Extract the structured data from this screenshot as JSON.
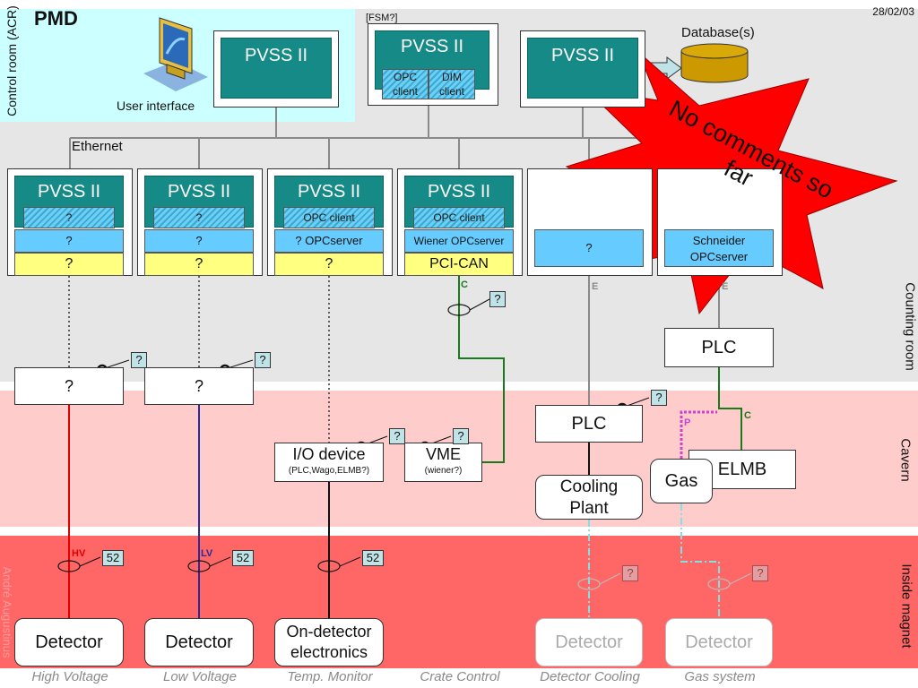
{
  "date": "28/02/03",
  "title": "PMD",
  "fsm_tag": "[FSM?]",
  "side_labels": {
    "control_room": "Control room (ACR)",
    "counting_room": "Counting room",
    "cavern": "Cavern",
    "inside_magnet": "Inside magnet"
  },
  "top": {
    "user_interface": "User interface",
    "pvss1": "PVSS II",
    "pvss2": "PVSS II",
    "opc_client": "OPC client",
    "dim_client": "DIM client",
    "pvss3": "PVSS II",
    "database": "Database(s)",
    "ethernet": "Ethernet"
  },
  "columns": [
    {
      "pvss": "PVSS II",
      "hatch": "?",
      "blue": "?",
      "yellow": "?",
      "crate": "?",
      "cable_label": "HV",
      "cable_color": "#e00000",
      "sensor": "52",
      "detector": "Detector",
      "footer": "High Voltage"
    },
    {
      "pvss": "PVSS II",
      "hatch": "?",
      "blue": "?",
      "yellow": "?",
      "crate": "?",
      "cable_label": "LV",
      "cable_color": "#2a2a9a",
      "sensor": "52",
      "detector": "Detector",
      "footer": "Low Voltage"
    },
    {
      "pvss": "PVSS II",
      "hatch": "OPC client",
      "blue": "? OPCserver",
      "yellow": "?",
      "io_device": "I/O device",
      "io_sub": "(PLC,Wago,ELMB?)",
      "sensor": "52",
      "detector": "On-detector electronics",
      "footer": "Temp. Monitor"
    },
    {
      "pvss": "PVSS II",
      "hatch": "OPC client",
      "blue": "Wiener OPCserver",
      "yellow": "PCI-CAN",
      "link_label": "C",
      "vme": "VME",
      "vme_sub": "(wiener?)",
      "footer": "Crate Control"
    },
    {
      "blue": "?",
      "link_label": "E",
      "plc": "PLC",
      "cooling": "Cooling Plant",
      "detector": "Detector",
      "footer": "Detector Cooling"
    },
    {
      "blue": "Schneider OPCserver",
      "link_label": "E",
      "plc": "PLC",
      "c_label": "C",
      "p_label": "P",
      "elmb": "ELMB",
      "gas": "Gas",
      "detector": "Detector",
      "footer": "Gas system"
    }
  ],
  "sensor_unknown": "?",
  "stamp": "No comments so far",
  "watermark": "André Augustinus",
  "colors": {
    "teal": "#168a86",
    "cyan_panel": "#ccffff",
    "counting_room": "#e6e6e6",
    "cavern": "#ffcccc",
    "magnet": "#ff6666",
    "stamp": "#ff0000"
  }
}
